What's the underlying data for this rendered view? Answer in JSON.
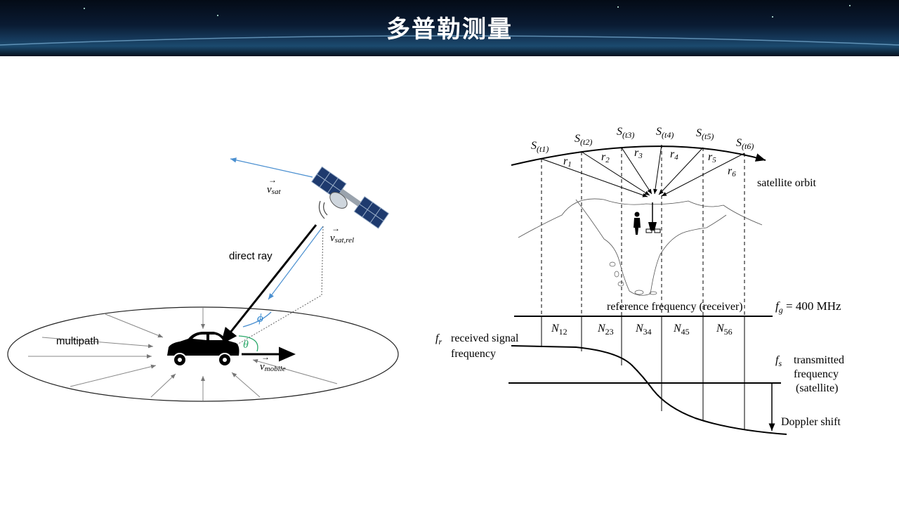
{
  "title": "多普勒测量",
  "left_diagram": {
    "v_sat": "v",
    "v_sat_sub": "sat",
    "v_sat_rel": "v",
    "v_sat_rel_sub": "sat,rel",
    "direct_ray": "direct ray",
    "multipath": "multipath",
    "phi": "ϕ",
    "theta": "θ",
    "v_mobile": "v",
    "v_mobile_sub": "mobile"
  },
  "right_diagram": {
    "satellites": [
      {
        "main": "S",
        "sub": "(t1)"
      },
      {
        "main": "S",
        "sub": "(t2)"
      },
      {
        "main": "S",
        "sub": "(t3)"
      },
      {
        "main": "S",
        "sub": "(t4)"
      },
      {
        "main": "S",
        "sub": "(t5)"
      },
      {
        "main": "S",
        "sub": "(t6)"
      }
    ],
    "ranges": [
      {
        "main": "r",
        "sub": "1"
      },
      {
        "main": "r",
        "sub": "2"
      },
      {
        "main": "r",
        "sub": "3"
      },
      {
        "main": "r",
        "sub": "4"
      },
      {
        "main": "r",
        "sub": "5"
      },
      {
        "main": "r",
        "sub": "6"
      }
    ],
    "satellite_orbit": "satellite orbit",
    "reference_frequency": "reference frequency (receiver)",
    "fg_main": "f",
    "fg_sub": "g",
    "fg_value": " = 400 MHz",
    "counts": [
      {
        "main": "N",
        "sub": "12"
      },
      {
        "main": "N",
        "sub": "23"
      },
      {
        "main": "N",
        "sub": "34"
      },
      {
        "main": "N",
        "sub": "45"
      },
      {
        "main": "N",
        "sub": "56"
      }
    ],
    "fr_main": "f",
    "fr_sub": "r",
    "received_line1": "received signal",
    "received_line2": "frequency",
    "fs_main": "f",
    "fs_sub": "s",
    "transmitted_line1": "transmitted",
    "transmitted_line2": "frequency",
    "transmitted_line3": "(satellite)",
    "doppler_shift": "Doppler shift"
  }
}
